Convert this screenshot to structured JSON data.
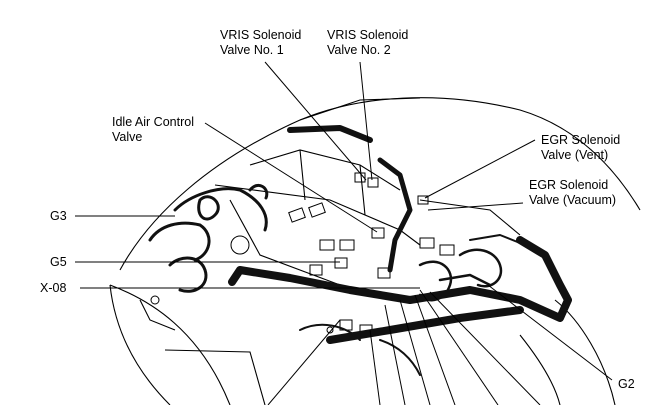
{
  "labels": {
    "vris1": {
      "line1": "VRIS Solenoid",
      "line2": "Valve No. 1"
    },
    "vris2": {
      "line1": "VRIS Solenoid",
      "line2": "Valve No. 2"
    },
    "iac": {
      "line1": "Idle Air Control",
      "line2": "Valve"
    },
    "egr_vent": {
      "line1": "EGR Solenoid",
      "line2": "Valve (Vent)"
    },
    "egr_vac": {
      "line1": "EGR Solenoid",
      "line2": "Valve (Vacuum)"
    },
    "g3": "G3",
    "g5": "G5",
    "x08": "X-08",
    "g2": "G2"
  },
  "colors": {
    "line": "#000000",
    "harness": "#111111"
  }
}
